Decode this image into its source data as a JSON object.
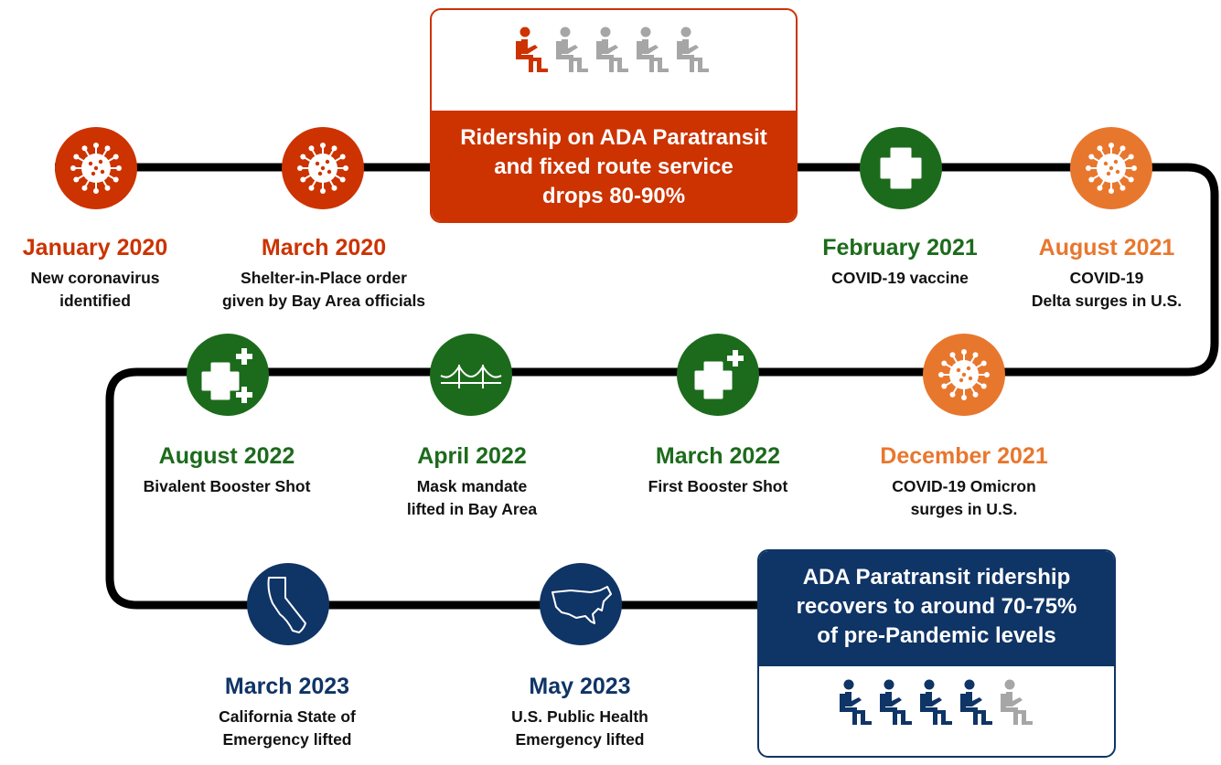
{
  "colors": {
    "red": "#cc3300",
    "orange": "#e8772e",
    "green": "#1c6b1c",
    "navy": "#0f3466",
    "gray": "#a6a6a6",
    "line": "#000000"
  },
  "events": [
    {
      "date": "January 2020",
      "desc": [
        "New coronavirus",
        "identified"
      ],
      "color": "red",
      "icon": "virus-icon"
    },
    {
      "date": "March 2020",
      "desc": [
        "Shelter-in-Place order",
        "given by Bay Area officials"
      ],
      "color": "red",
      "icon": "virus-icon"
    },
    {
      "date": "February 2021",
      "desc": [
        "COVID-19 vaccine"
      ],
      "color": "green",
      "icon": "medical-cross-icon"
    },
    {
      "date": "August 2021",
      "desc": [
        "COVID-19",
        "Delta surges in U.S."
      ],
      "color": "orange",
      "icon": "virus-icon"
    },
    {
      "date": "December 2021",
      "desc": [
        "COVID-19 Omicron",
        "surges in U.S."
      ],
      "color": "orange",
      "icon": "virus-icon"
    },
    {
      "date": "March 2022",
      "desc": [
        "First Booster Shot"
      ],
      "color": "green",
      "icon": "booster-cross-icon"
    },
    {
      "date": "April 2022",
      "desc": [
        "Mask mandate",
        "lifted in Bay Area"
      ],
      "color": "green",
      "icon": "golden-gate-bridge-icon"
    },
    {
      "date": "August 2022",
      "desc": [
        "Bivalent Booster Shot"
      ],
      "color": "green",
      "icon": "bivalent-booster-icon"
    },
    {
      "date": "March 2023",
      "desc": [
        "California State of",
        "Emergency lifted"
      ],
      "color": "navy",
      "icon": "california-map-icon"
    },
    {
      "date": "May 2023",
      "desc": [
        "U.S. Public Health",
        "Emergency lifted"
      ],
      "color": "navy",
      "icon": "us-map-icon"
    }
  ],
  "callouts": {
    "drop": {
      "text": [
        "Ridership on ADA Paratransit",
        "and fixed route service",
        "drops 80-90%"
      ],
      "riders_colored": 1,
      "riders_total": 5
    },
    "recover": {
      "text": [
        "ADA Paratransit ridership",
        "recovers to around 70-75%",
        "of pre-Pandemic levels"
      ],
      "riders_colored": 4,
      "riders_total": 5
    }
  }
}
